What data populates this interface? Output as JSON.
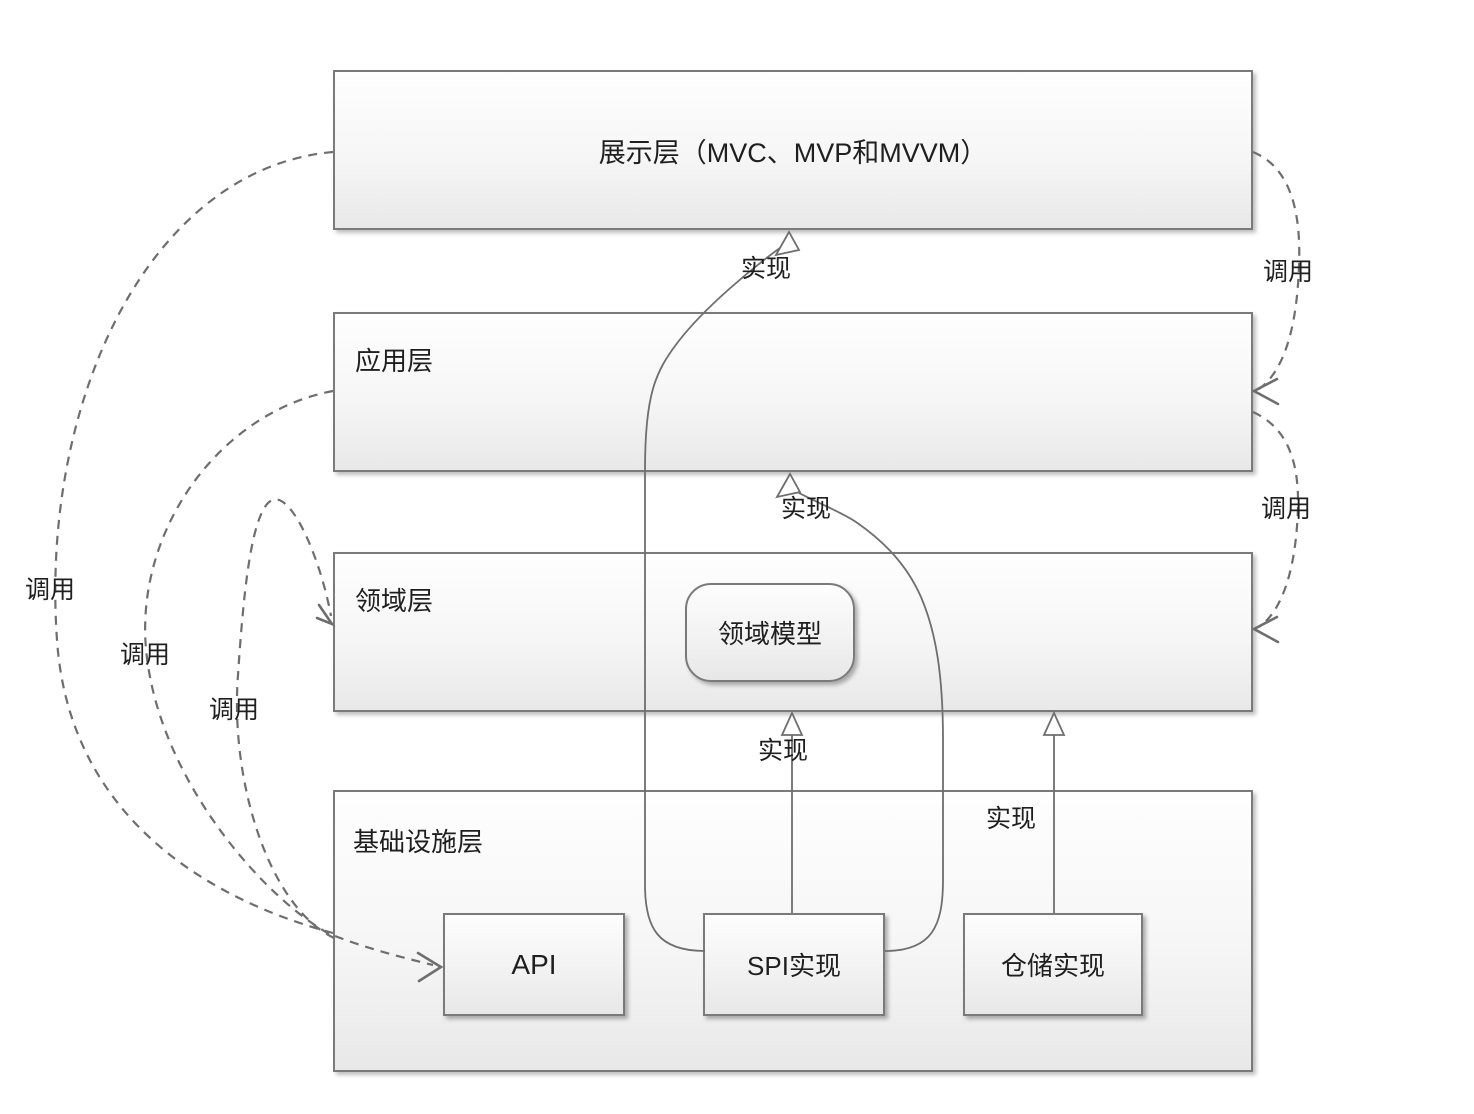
{
  "diagram": {
    "layers": [
      {
        "id": "presentation",
        "label": "展示层（MVC、MVP和MVVM）"
      },
      {
        "id": "application",
        "label": "应用层"
      },
      {
        "id": "domain",
        "label": "领域层"
      },
      {
        "id": "infrastructure",
        "label": "基础设施层"
      }
    ],
    "components": {
      "domain_model": {
        "label": "领域模型"
      },
      "api": {
        "label": "API"
      },
      "spi_impl": {
        "label": "SPI实现"
      },
      "repo_impl": {
        "label": "仓储实现"
      }
    },
    "edge_labels": {
      "call": "调用",
      "implement": "实现"
    },
    "colors": {
      "line": "#6e6e6e",
      "border": "#7a7a7a",
      "text": "#1f1f1f",
      "box_fill_top": "#fefefe",
      "box_fill_bottom": "#e8e8e8",
      "background": "#ffffff"
    }
  }
}
